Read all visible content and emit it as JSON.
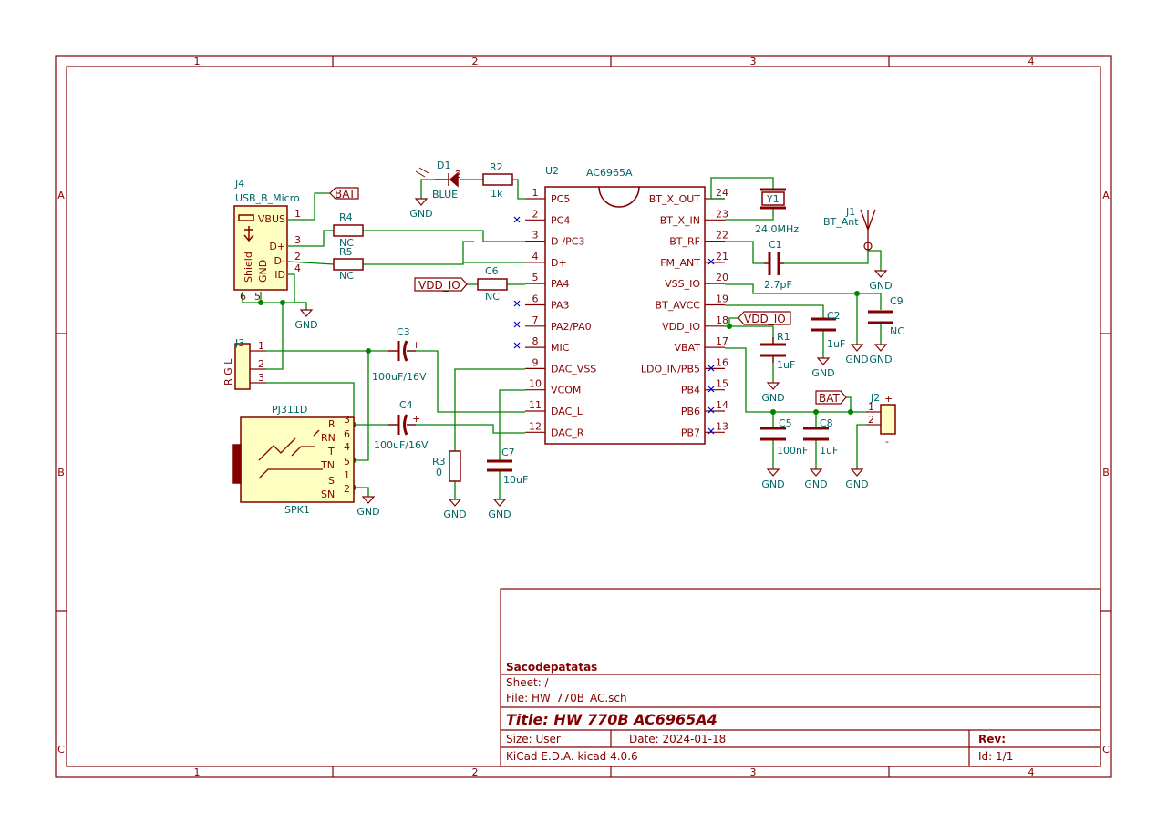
{
  "frame": {
    "col_labels": [
      "1",
      "2",
      "3",
      "4"
    ],
    "row_labels": [
      "A",
      "B",
      "C"
    ]
  },
  "title_block": {
    "company": "Sacodepatatas",
    "sheet": "Sheet: /",
    "file": "File: HW_770B_AC.sch",
    "title": "Title: HW 770B AC6965A4",
    "size": "Size: User",
    "date": "Date: 2024-01-18",
    "rev": "Rev:",
    "tool": "KiCad E.D.A.  kicad 4.0.6",
    "id": "Id: 1/1"
  },
  "u2": {
    "ref": "U2",
    "value": "AC6965A",
    "left_pins": [
      {
        "num": "1",
        "name": "PC5"
      },
      {
        "num": "2",
        "name": "PC4"
      },
      {
        "num": "3",
        "name": "D-/PC3"
      },
      {
        "num": "4",
        "name": "D+"
      },
      {
        "num": "5",
        "name": "PA4"
      },
      {
        "num": "6",
        "name": "PA3"
      },
      {
        "num": "7",
        "name": "PA2/PA0"
      },
      {
        "num": "8",
        "name": "MIC"
      },
      {
        "num": "9",
        "name": "DAC_VSS"
      },
      {
        "num": "10",
        "name": "VCOM"
      },
      {
        "num": "11",
        "name": "DAC_L"
      },
      {
        "num": "12",
        "name": "DAC_R"
      }
    ],
    "right_pins": [
      {
        "num": "24",
        "name": "BT_X_OUT"
      },
      {
        "num": "23",
        "name": "BT_X_IN"
      },
      {
        "num": "22",
        "name": "BT_RF"
      },
      {
        "num": "21",
        "name": "FM_ANT"
      },
      {
        "num": "20",
        "name": "VSS_IO"
      },
      {
        "num": "19",
        "name": "BT_AVCC"
      },
      {
        "num": "18",
        "name": "VDD_IO"
      },
      {
        "num": "17",
        "name": "VBAT"
      },
      {
        "num": "16",
        "name": "LDO_IN/PB5"
      },
      {
        "num": "15",
        "name": "PB4"
      },
      {
        "num": "14",
        "name": "PB6"
      },
      {
        "num": "13",
        "name": "PB7"
      }
    ]
  },
  "j4": {
    "ref": "J4",
    "value": "USB_B_Micro",
    "pin_names": [
      "VBUS",
      "D+",
      "D-",
      "ID",
      "Shield",
      "GND"
    ],
    "pin_nums": [
      "1",
      "3",
      "2",
      "4",
      "6",
      "5"
    ]
  },
  "j3": {
    "ref": "J3",
    "side_label": "R G L",
    "pin_nums": [
      "1",
      "2",
      "3"
    ]
  },
  "spk1": {
    "ref": "SPK1",
    "value": "PJ311D",
    "pin_names": [
      "R",
      "RN",
      "T",
      "TN",
      "S",
      "SN"
    ],
    "pin_nums": [
      "3",
      "6",
      "4",
      "5",
      "1",
      "2"
    ]
  },
  "d1": {
    "ref": "D1",
    "value": "BLUE",
    "pin_num": "2"
  },
  "r2": {
    "ref": "R2",
    "value": "1k"
  },
  "r4": {
    "ref": "R4",
    "value": "NC"
  },
  "r5": {
    "ref": "R5",
    "value": "NC"
  },
  "c6": {
    "ref": "C6",
    "value": "NC"
  },
  "c3": {
    "ref": "C3",
    "value": "100uF/16V"
  },
  "c4": {
    "ref": "C4",
    "value": "100uF/16V"
  },
  "r3": {
    "ref": "R3",
    "value": "0"
  },
  "c7": {
    "ref": "C7",
    "value": "10uF"
  },
  "y1": {
    "ref": "Y1",
    "value": "24.0MHz"
  },
  "c1": {
    "ref": "C1",
    "value": "2.7pF"
  },
  "j1": {
    "ref": "J1",
    "value": "BT_Ant"
  },
  "c2": {
    "ref": "C2",
    "value": "1uF"
  },
  "c9": {
    "ref": "C9",
    "value": "NC"
  },
  "r1": {
    "ref": "R1",
    "value": "1uF"
  },
  "c5": {
    "ref": "C5",
    "value": "100nF"
  },
  "c8": {
    "ref": "C8",
    "value": "1uF"
  },
  "j2": {
    "ref": "J2",
    "pin_nums": [
      "1",
      "2"
    ],
    "plus": "+",
    "minus": "-"
  },
  "labels": {
    "bat": "BAT",
    "vdd_io": "VDD_IO",
    "gnd": "GND"
  }
}
